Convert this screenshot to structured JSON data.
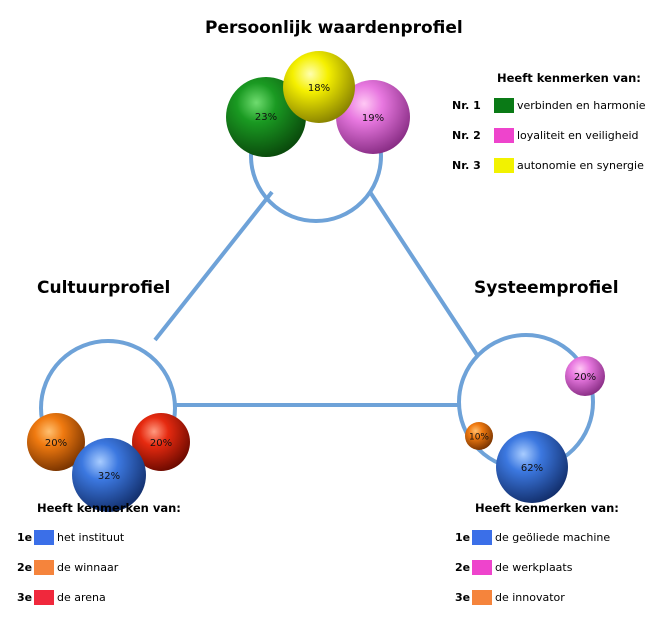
{
  "titles": {
    "personal": "Persoonlijk waardenprofiel",
    "culture": "Cultuurprofiel",
    "system": "Systeemprofiel"
  },
  "personal_profile": {
    "legend_heading": "Heeft kenmerken van:",
    "items": [
      {
        "rank": "Nr. 1",
        "label": "verbinden en harmonie",
        "color": "#0a7a16",
        "percent": "23%"
      },
      {
        "rank": "Nr. 2",
        "label": "loyaliteit en veiligheid",
        "color": "#ee44cc",
        "percent": "19%"
      },
      {
        "rank": "Nr. 3",
        "label": "autonomie en synergie",
        "color": "#f2f200",
        "percent": "18%"
      }
    ]
  },
  "culture_profile": {
    "legend_heading": "Heeft kenmerken van:",
    "items": [
      {
        "rank": "1e",
        "label": "het instituut",
        "color": "#3b6fe8",
        "percent": "32%"
      },
      {
        "rank": "2e",
        "label": "de winnaar",
        "color": "#f5843c",
        "percent": "20%"
      },
      {
        "rank": "3e",
        "label": "de arena",
        "color": "#f0283c",
        "percent": "20%"
      }
    ]
  },
  "system_profile": {
    "legend_heading": "Heeft kenmerken van:",
    "items": [
      {
        "rank": "1e",
        "label": "de geöliede machine",
        "color": "#3b6fe8",
        "percent": "62%"
      },
      {
        "rank": "2e",
        "label": "de werkplaats",
        "color": "#ee44cc",
        "percent": "20%"
      },
      {
        "rank": "3e",
        "label": "de innovator",
        "color": "#f5843c",
        "percent": "10%"
      }
    ]
  },
  "colors": {
    "connector": "#6ea2d8"
  }
}
